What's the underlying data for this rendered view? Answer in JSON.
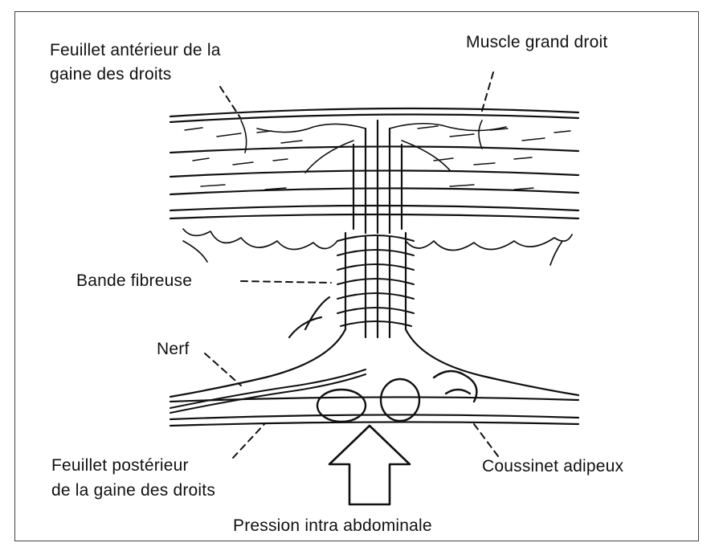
{
  "labels": {
    "anterior_sheath_line1": "Feuillet antérieur de la",
    "anterior_sheath_line2": "gaine des droits",
    "rectus_muscle": "Muscle grand droit",
    "fibrous_band": "Bande fibreuse",
    "nerve": "Nerf",
    "posterior_sheath_line1": "Feuillet postérieur",
    "posterior_sheath_line2": "de la gaine des droits",
    "fat_pad": "Coussinet adipeux",
    "intra_abdominal_pressure": "Pression intra abdominale"
  },
  "colors": {
    "ink": "#111111",
    "paper": "#ffffff",
    "frame": "#444444"
  }
}
